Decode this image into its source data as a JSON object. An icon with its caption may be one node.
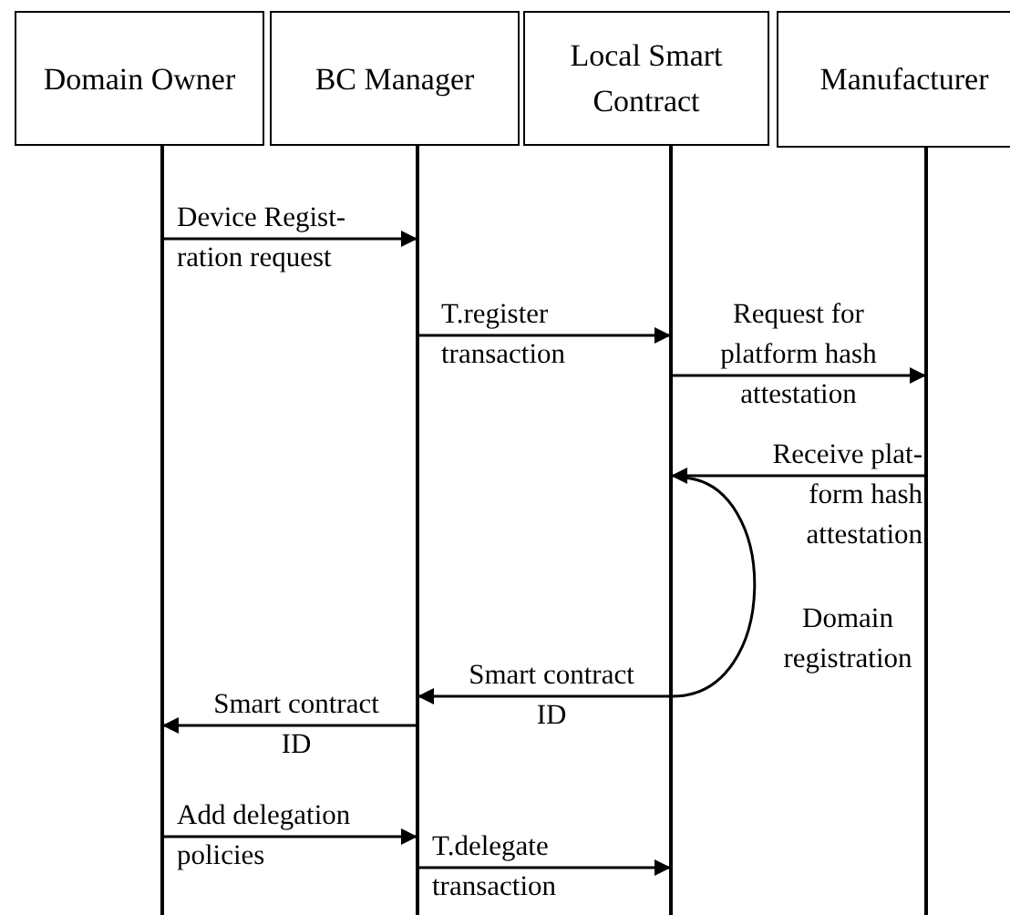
{
  "diagram": {
    "nodes": [
      {
        "text": [
          "Domain Owner"
        ]
      },
      {
        "text": [
          "BC Manager"
        ]
      },
      {
        "text": [
          "Local Smart Contract"
        ]
      },
      {
        "text": [
          "Manufacturer"
        ]
      }
    ],
    "edges": [
      {
        "from": 0,
        "to": 1,
        "arrow": "to",
        "label": "Device Regist- ration request"
      },
      {
        "from": 1,
        "to": 2,
        "arrow": "to",
        "label": "T.register transaction"
      },
      {
        "from": 2,
        "to": 3,
        "arrow": "to",
        "label": "Request for platform hash attestation"
      },
      {
        "from": 3,
        "to": 2,
        "arrow": "to",
        "label": "Receive plat- form hash attestation"
      },
      {
        "from": 2,
        "to": 2,
        "arrow": "none",
        "label": "Domain registration"
      },
      {
        "from": 2,
        "to": 1,
        "arrow": "to",
        "label": "Smart contract ID"
      },
      {
        "from": 1,
        "to": 0,
        "arrow": "to",
        "label": "Smart contract ID"
      },
      {
        "from": 0,
        "to": 1,
        "arrow": "to",
        "label": "Add delegation policies"
      },
      {
        "from": 1,
        "to": 2,
        "arrow": "to",
        "label": "T.delegate transaction"
      }
    ]
  }
}
